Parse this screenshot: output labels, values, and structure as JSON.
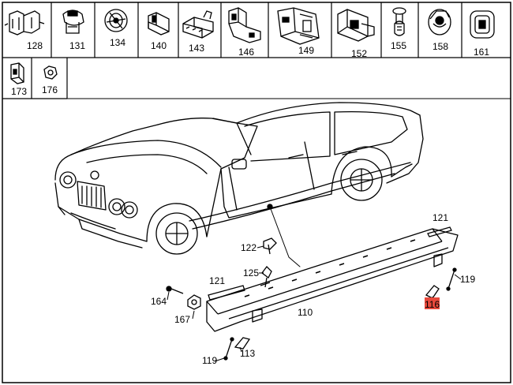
{
  "parts_row_1": [
    {
      "number": "128",
      "icon": "double-clip-icon"
    },
    {
      "number": "131",
      "icon": "spring-clip-icon"
    },
    {
      "number": "134",
      "icon": "round-grommet-icon"
    },
    {
      "number": "140",
      "icon": "hook-clip-icon"
    },
    {
      "number": "143",
      "icon": "rail-clip-icon"
    },
    {
      "number": "146",
      "icon": "bracket-clip-icon"
    },
    {
      "number": "149",
      "icon": "fir-tree-clip-icon"
    },
    {
      "number": "152",
      "icon": "block-clip-icon"
    },
    {
      "number": "155",
      "icon": "push-rivet-icon"
    },
    {
      "number": "158",
      "icon": "cap-nut-icon"
    },
    {
      "number": "161",
      "icon": "square-grommet-icon"
    }
  ],
  "parts_row_2": [
    {
      "number": "173",
      "icon": "retainer-clip-icon"
    },
    {
      "number": "176",
      "icon": "nut-icon"
    }
  ],
  "callouts": {
    "c121_top": "121",
    "c122": "122",
    "c125": "125",
    "c121_left": "121",
    "c164": "164",
    "c167": "167",
    "c110": "110",
    "c116": "116",
    "c119_right": "119",
    "c119_left": "119",
    "c113": "113"
  },
  "colors": {
    "line": "#000000",
    "highlight": "#e8493c",
    "background": "#ffffff"
  }
}
